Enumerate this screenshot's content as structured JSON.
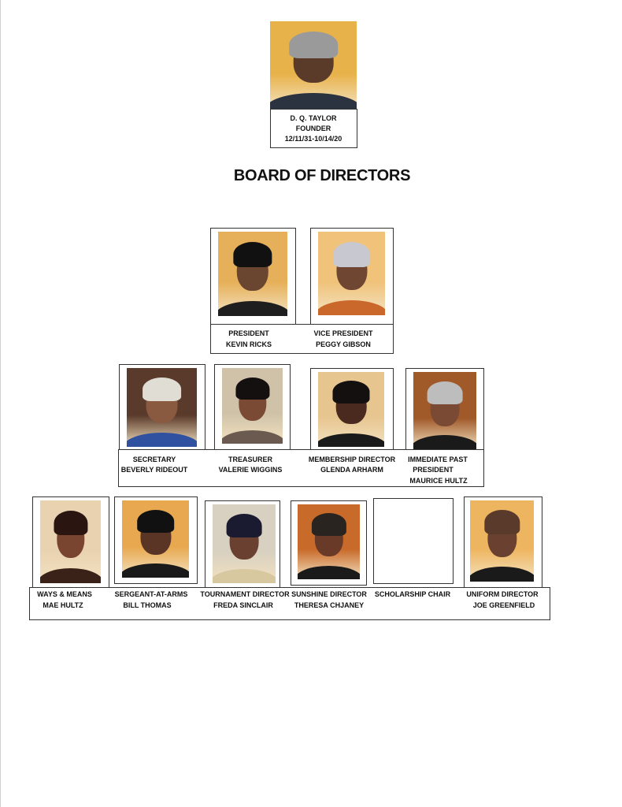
{
  "founder": {
    "name": "D. Q. TAYLOR",
    "role": "FOUNDER",
    "dates": "12/11/31-10/14/20",
    "bg": "#e8b24a",
    "skin": "#5a3b2a",
    "shirt": "#2b3340",
    "hair": "#9a9a9a"
  },
  "title": "BOARD OF DIRECTORS",
  "row1": [
    {
      "role": "PRESIDENT",
      "name": "KEVIN RICKS",
      "bg": "#e6b05a",
      "skin": "#6a4530",
      "shirt": "#1e1e1e",
      "hair": "#111111"
    },
    {
      "role": "VICE PRESIDENT",
      "name": "PEGGY GIBSON",
      "bg": "#f0c27a",
      "skin": "#6e4632",
      "shirt": "#c9682a",
      "hair": "#c8c8d0"
    }
  ],
  "row2": [
    {
      "role": "SECRETARY",
      "name": "BEVERLY RIDEOUT",
      "bg": "#5a3a2a",
      "skin": "#8a5a40",
      "shirt": "#3050a0",
      "hair": "#e0ddd5"
    },
    {
      "role": "TREASURER",
      "name": "VALERIE WIGGINS",
      "bg": "#cfc2a8",
      "skin": "#7a4a35",
      "shirt": "#6a5a50",
      "hair": "#151010"
    },
    {
      "role": "MEMBERSHIP DIRECTOR",
      "name": "GLENDA ARHARM",
      "bg": "#e7c58f",
      "skin": "#4a2a1e",
      "shirt": "#1a1a1a",
      "hair": "#151010"
    },
    {
      "role": "IMMEDIATE PAST",
      "role2": "PRESIDENT",
      "name": "MAURICE HULTZ",
      "bg": "#a05a2a",
      "skin": "#7a4a35",
      "shirt": "#1a1a1a",
      "hair": "#bdbdbd"
    }
  ],
  "row3": [
    {
      "role": "WAYS & MEANS",
      "name": "MAE HULTZ",
      "bg": "#e9d2b0",
      "skin": "#7a4530",
      "shirt": "#3a2218",
      "hair": "#2a1510"
    },
    {
      "role": "SERGEANT-AT-ARMS",
      "name": "BILL THOMAS",
      "bg": "#e8a850",
      "skin": "#5a3525",
      "shirt": "#1a1a1a",
      "hair": "#111111"
    },
    {
      "role": "TOURNAMENT DIRECTOR",
      "name": "FREDA SINCLAIR",
      "bg": "#d8d0c0",
      "skin": "#6a4030",
      "shirt": "#d8c8a0",
      "hair": "#1a1a30"
    },
    {
      "role": "SUNSHINE DIRECTOR",
      "name": "THERESA CHJANEY",
      "bg": "#c86a2a",
      "skin": "#6a3a28",
      "shirt": "#1a1a1a",
      "hair": "#2a2420"
    },
    {
      "role": "SCHOLARSHIP CHAIR",
      "name": ""
    },
    {
      "role": "UNIFORM DIRECTOR",
      "name": "JOE GREENFIELD",
      "bg": "#eeb560",
      "skin": "#6a4030",
      "shirt": "#1a1a1a",
      "hair": "#5a3a2a"
    }
  ]
}
